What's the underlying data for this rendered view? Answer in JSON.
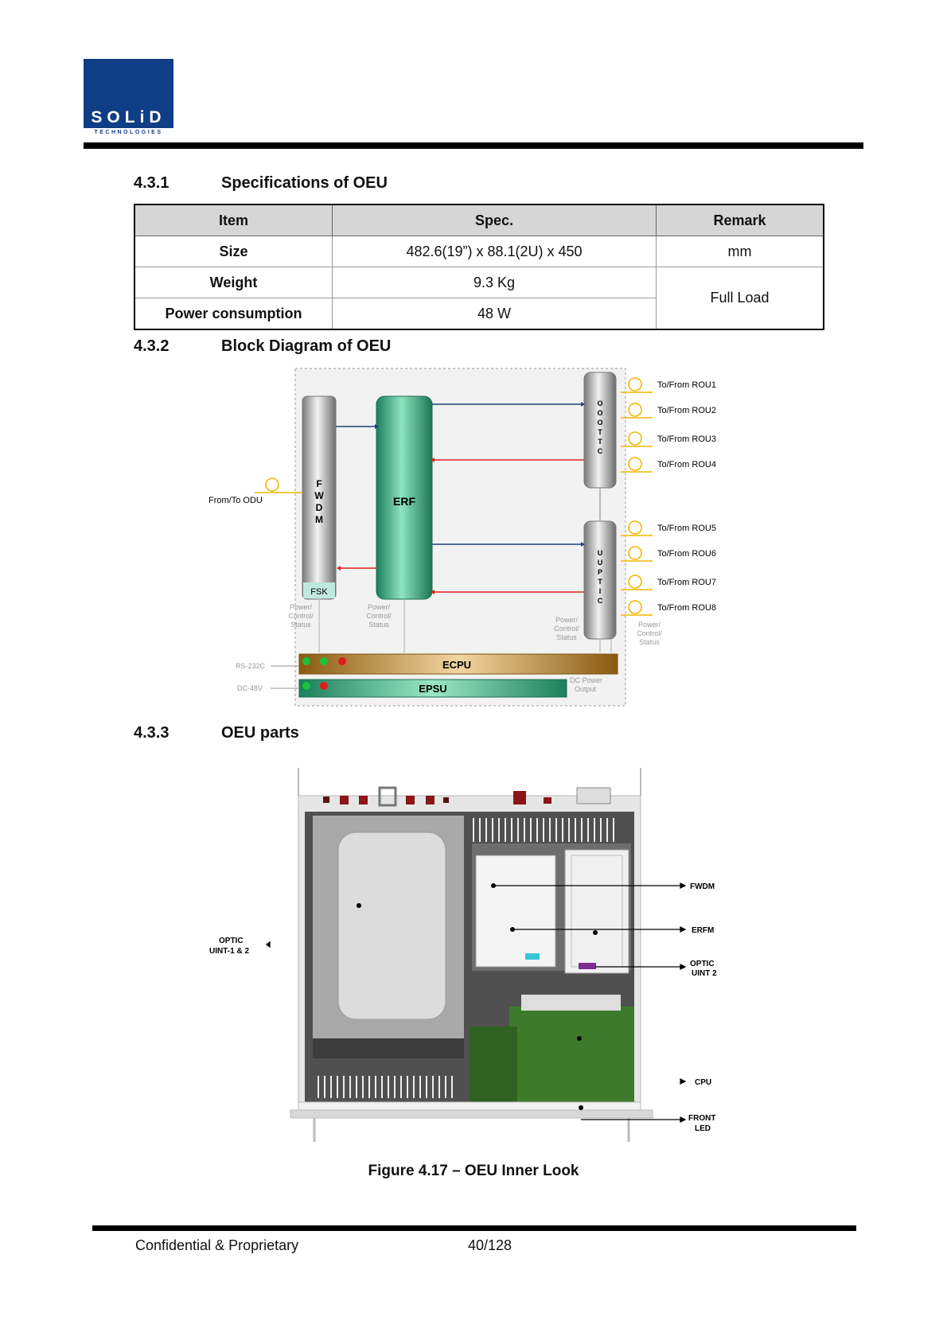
{
  "header": {
    "logo_text": "SOLiD",
    "logo_sub": "TECHNOLOGIES"
  },
  "sections": {
    "s1": {
      "num": "4.3.1",
      "title": "Specifications of OEU"
    },
    "s2": {
      "num": "4.3.2",
      "title": "Block Diagram of OEU"
    },
    "s3": {
      "num": "4.3.3",
      "title": "OEU parts"
    }
  },
  "spec_table": {
    "headers": [
      "Item",
      "Spec.",
      "Remark"
    ],
    "rows": [
      {
        "item": "Size",
        "spec": "482.6(19”) x 88.1(2U) x 450",
        "remark": "mm"
      },
      {
        "item": "Weight",
        "spec": "9.3 Kg"
      },
      {
        "item": "Power consumption",
        "spec": "48 W"
      }
    ],
    "merged_remark": "Full Load"
  },
  "block_diagram": {
    "fwdm_letters": [
      "F",
      "W",
      "D",
      "M"
    ],
    "fsk": "FSK",
    "erf": "ERF",
    "optic1_letters": [
      "O",
      "O",
      "O",
      "T",
      "T",
      "C"
    ],
    "optic2_letters": [
      "U",
      "U",
      "P",
      "T",
      "I",
      "C"
    ],
    "ecpu": "ECPU",
    "epsu": "EPSU",
    "from_odu": "From/To ODU",
    "rou_labels": [
      "To/From ROU1",
      "To/From ROU2",
      "To/From ROU3",
      "To/From ROU4",
      "To/From ROU5",
      "To/From ROU6",
      "To/From ROU7",
      "To/From ROU8"
    ],
    "pcs_label": [
      "Power/",
      "Control/",
      "Status"
    ],
    "rs232": "RS-232C",
    "dc48": "DC-48V",
    "dc_output": [
      "DC Power",
      "Output"
    ]
  },
  "parts_photo": {
    "callouts": {
      "optic_left": [
        "OPTIC",
        "UINT-1 & 2"
      ],
      "fwdm": "FWDM",
      "erfm": "ERFM",
      "optic_right": [
        "OPTIC",
        "UINT 2"
      ],
      "cpu": "CPU",
      "front_led": [
        "FRONT",
        "LED"
      ]
    }
  },
  "figure_caption": "Figure 4.17 – OEU Inner Look",
  "footer": {
    "left": "Confidential & Proprietary",
    "page": "40/128"
  }
}
